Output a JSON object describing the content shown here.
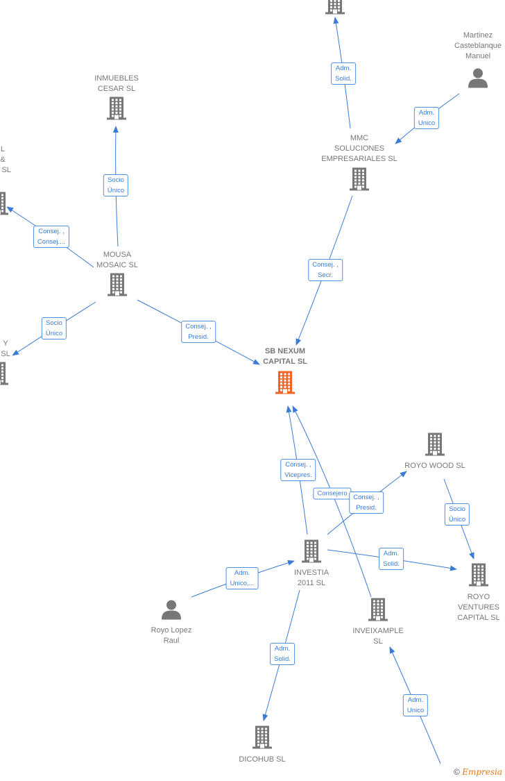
{
  "colors": {
    "edge": "#3a7bd5",
    "node": "#777777",
    "main": "#f26522"
  },
  "nodes": [
    {
      "id": "top",
      "label": "",
      "type": "company"
    },
    {
      "id": "martinez",
      "label": "Martinez\nCasteblanque\nManuel",
      "type": "person"
    },
    {
      "id": "inmuebles",
      "label": "INMUEBLES\nCESAR  SL",
      "type": "company"
    },
    {
      "id": "leftTop",
      "label": "L\n&\nS  SL",
      "type": "company"
    },
    {
      "id": "mmc",
      "label": "MMC\nSOLUCIONES\nEMPRESARIALES SL",
      "type": "company"
    },
    {
      "id": "mousa",
      "label": "MOUSA\nMOSAIC  SL",
      "type": "company"
    },
    {
      "id": "leftBottom",
      "label": "Y\nSL",
      "type": "company"
    },
    {
      "id": "sbnexum",
      "label": "SB NEXUM\nCAPITAL  SL",
      "type": "main"
    },
    {
      "id": "royowood",
      "label": "ROYO WOOD SL",
      "type": "company"
    },
    {
      "id": "investia",
      "label": "INVESTIA\n2011 SL",
      "type": "company"
    },
    {
      "id": "royoventures",
      "label": "ROYO\nVENTURES\nCAPITAL  SL",
      "type": "company"
    },
    {
      "id": "royolopez",
      "label": "Royo Lopez\nRaul",
      "type": "person"
    },
    {
      "id": "inveixample",
      "label": "INVEIXAMPLE\nSL",
      "type": "company"
    },
    {
      "id": "dicohub",
      "label": "DICOHUB  SL",
      "type": "company"
    }
  ],
  "edges": [
    {
      "label": "Adm.\nSolid.",
      "from": "mmc",
      "to": "top"
    },
    {
      "label": "Adm.\nUnico",
      "from": "martinez",
      "to": "mmc"
    },
    {
      "label": "Socio\nÚnico",
      "from": "mousa",
      "to": "inmuebles"
    },
    {
      "label": "Consej. ,\nConsej....",
      "from": "mousa",
      "to": "leftTop"
    },
    {
      "label": "Consej. ,\nSecr.",
      "from": "mmc",
      "to": "sbnexum"
    },
    {
      "label": "Socio\nÚnico",
      "from": "mousa",
      "to": "leftBottom"
    },
    {
      "label": "Consej. ,\nPresid.",
      "from": "mousa",
      "to": "sbnexum"
    },
    {
      "label": "Consej. ,\nVicepres.",
      "from": "investia",
      "to": "sbnexum"
    },
    {
      "label": "Consejero",
      "from": "inveixample",
      "to": "sbnexum"
    },
    {
      "label": "Consej. ,\nPresid.",
      "from": "investia",
      "to": "royowood"
    },
    {
      "label": "Socio\nÚnico",
      "from": "royowood",
      "to": "royoventures"
    },
    {
      "label": "Adm.\nSolid.",
      "from": "investia",
      "to": "royoventures"
    },
    {
      "label": "Adm.\nUnico,...",
      "from": "royolopez",
      "to": "investia"
    },
    {
      "label": "Adm.\nSolid.",
      "from": "investia",
      "to": "dicohub"
    },
    {
      "label": "Adm.\nUnico",
      "from": "",
      "to": "inveixample"
    }
  ],
  "footer": {
    "copyright": "©",
    "brand": "Empresia"
  }
}
